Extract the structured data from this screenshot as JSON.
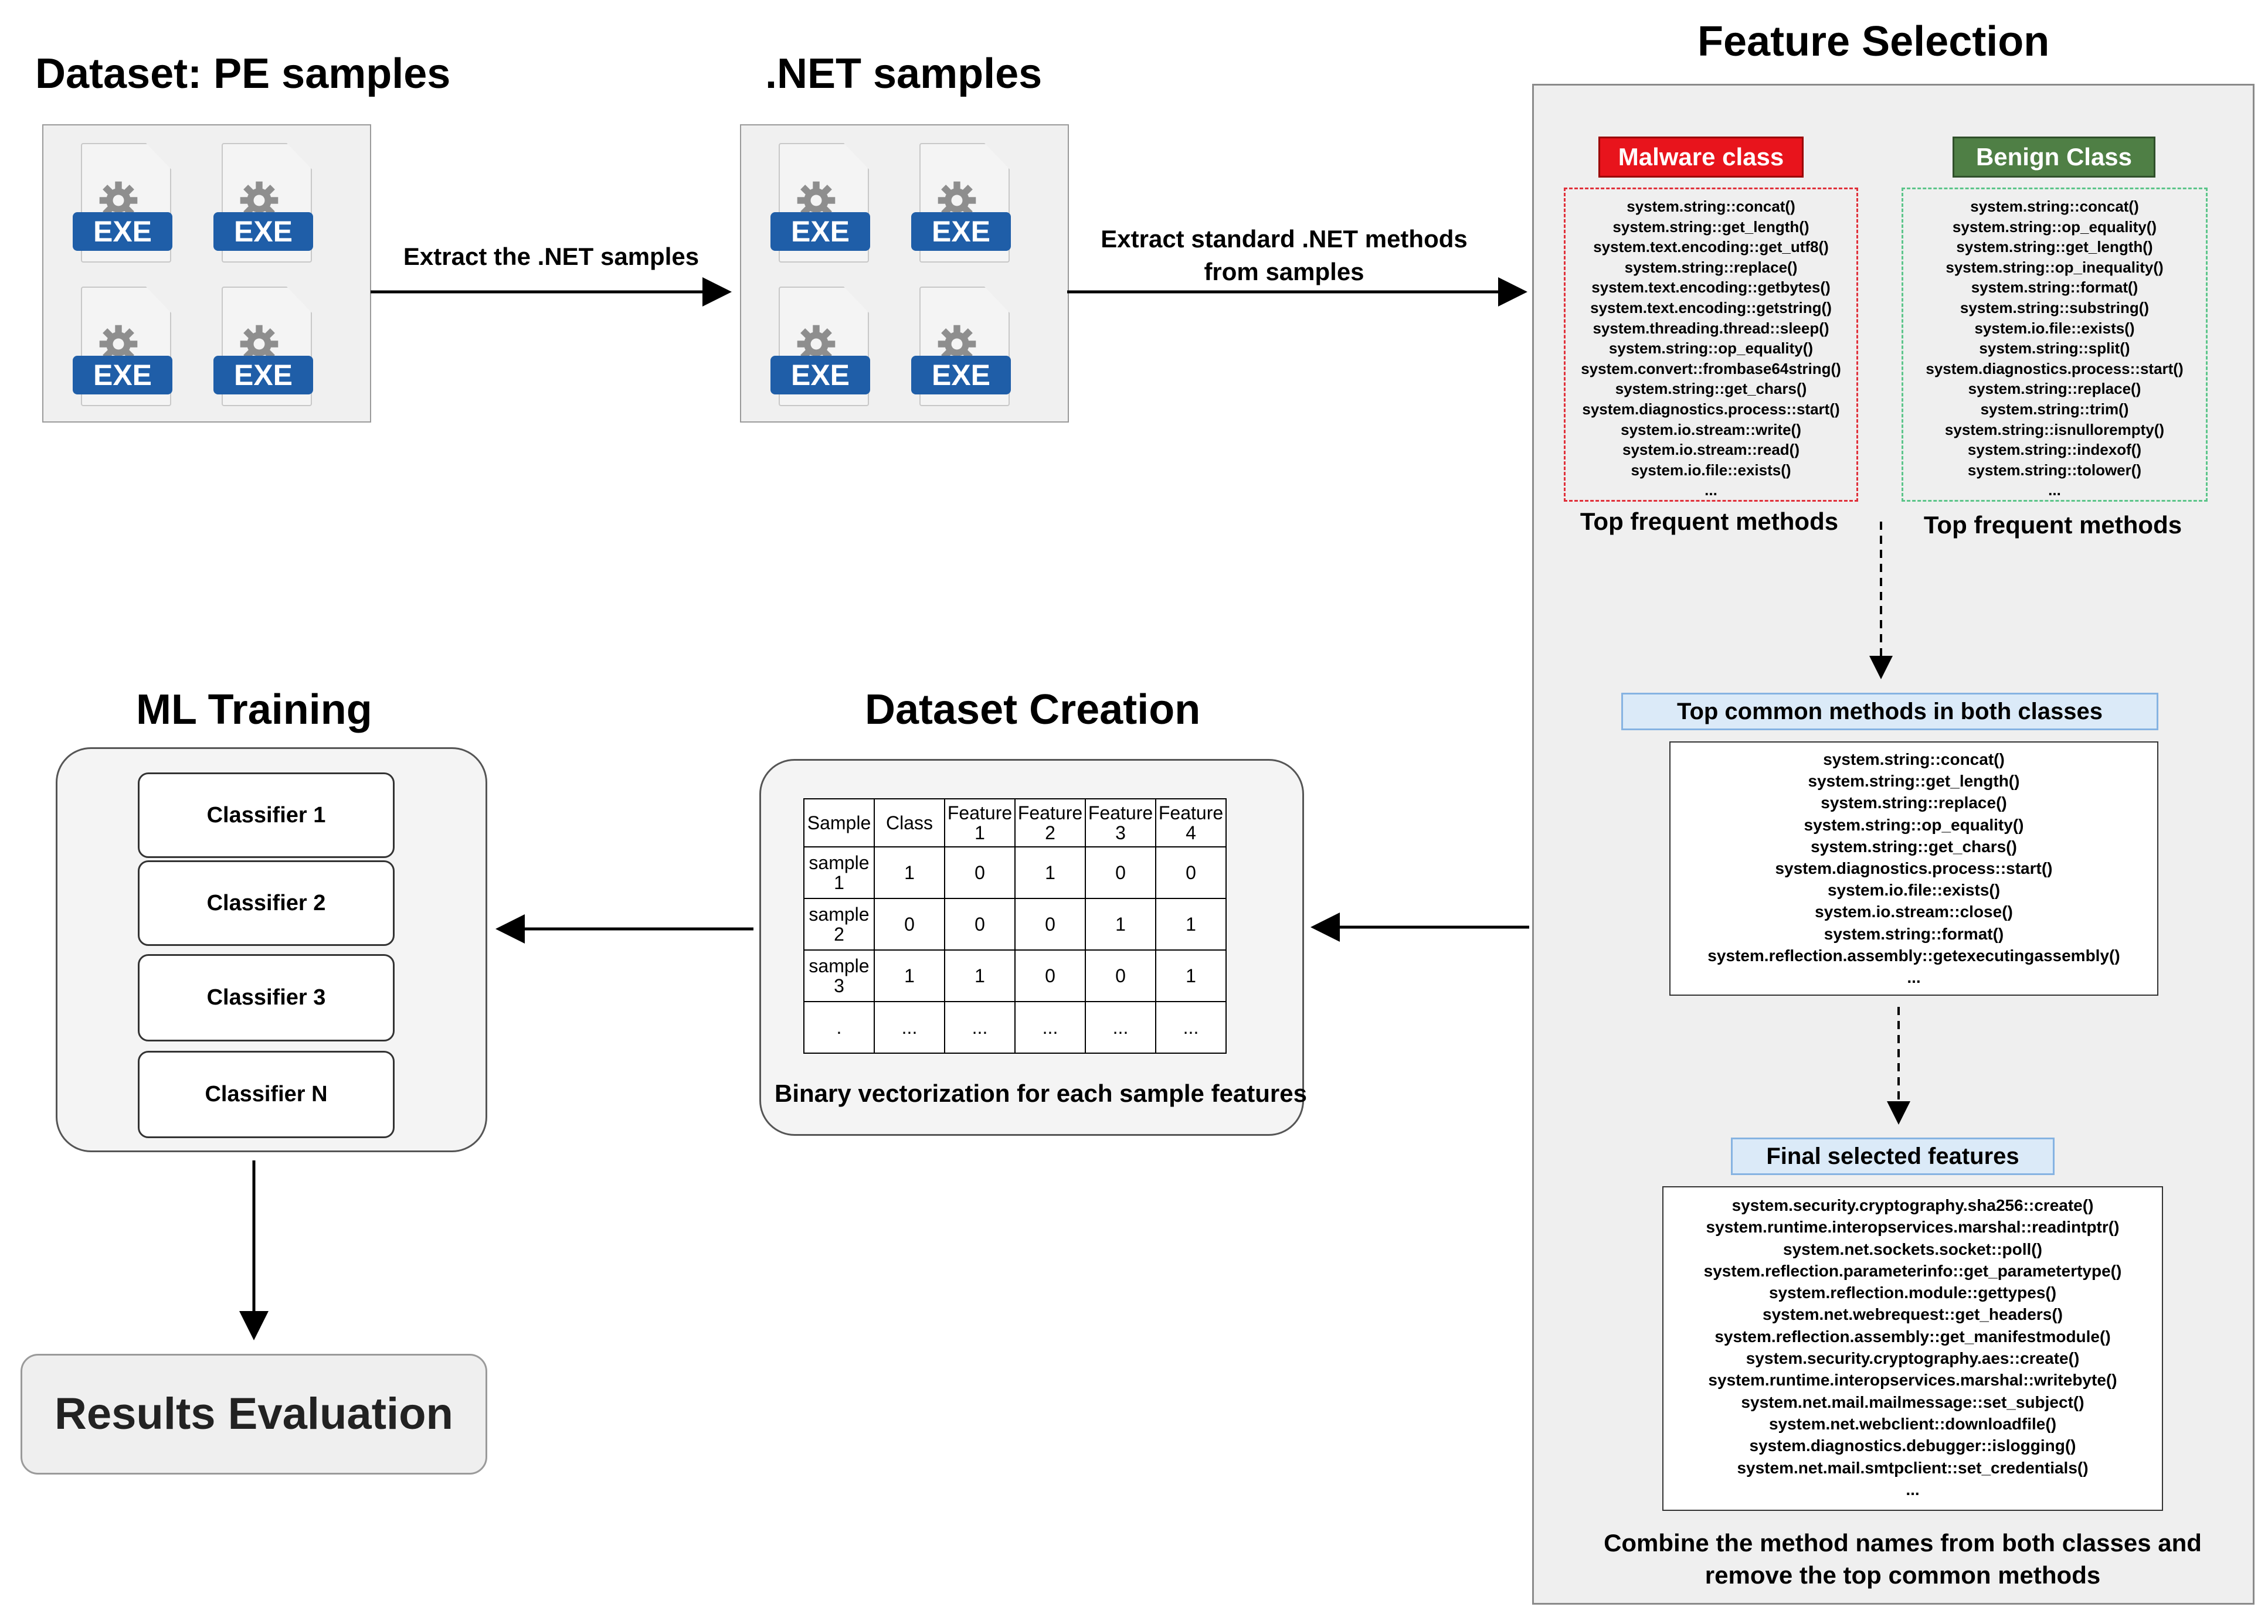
{
  "titles": {
    "dataset_pe": "Dataset: PE samples",
    "net_samples": ".NET samples",
    "feature_selection": "Feature Selection",
    "ml_training": "ML Training",
    "dataset_creation": "Dataset Creation"
  },
  "exe_label": "EXE",
  "arrows": {
    "extract_net": "Extract the .NET samples",
    "extract_methods_line1": "Extract standard .NET methods",
    "extract_methods_line2": "from samples"
  },
  "malware": {
    "title": "Malware class",
    "color": "#e8141c",
    "methods": [
      "system.string::concat()",
      "system.string::get_length()",
      "system.text.encoding::get_utf8()",
      "system.string::replace()",
      "system.text.encoding::getbytes()",
      "system.text.encoding::getstring()",
      "system.threading.thread::sleep()",
      "system.string::op_equality()",
      "system.convert::frombase64string()",
      "system.string::get_chars()",
      "system.diagnostics.process::start()",
      "system.io.stream::write()",
      "system.io.stream::read()",
      "system.io.file::exists()",
      "..."
    ],
    "caption": "Top frequent methods"
  },
  "benign": {
    "title": "Benign Class",
    "color": "#4f7f45",
    "methods": [
      "system.string::concat()",
      "system.string::op_equality()",
      "system.string::get_length()",
      "system.string::op_inequality()",
      "system.string::format()",
      "system.string::substring()",
      "system.io.file::exists()",
      "system.string::split()",
      "system.diagnostics.process::start()",
      "system.string::replace()",
      "system.string::trim()",
      "system.string::isnullorempty()",
      "system.string::indexof()",
      "system.string::tolower()",
      "..."
    ],
    "caption": "Top frequent methods"
  },
  "common": {
    "title": "Top common methods in both classes",
    "methods": [
      "system.string::concat()",
      "system.string::get_length()",
      "system.string::replace()",
      "system.string::op_equality()",
      "system.string::get_chars()",
      "system.diagnostics.process::start()",
      "system.io.file::exists()",
      "system.io.stream::close()",
      "system.string::format()",
      "system.reflection.assembly::getexecutingassembly()",
      "..."
    ]
  },
  "final": {
    "title": "Final selected features",
    "methods": [
      "system.security.cryptography.sha256::create()",
      "system.runtime.interopservices.marshal::readintptr()",
      "system.net.sockets.socket::poll()",
      "system.reflection.parameterinfo::get_parametertype()",
      "system.reflection.module::gettypes()",
      "system.net.webrequest::get_headers()",
      "system.reflection.assembly::get_manifestmodule()",
      "system.security.cryptography.aes::create()",
      "system.runtime.interopservices.marshal::writebyte()",
      "system.net.mail.mailmessage::set_subject()",
      "system.net.webclient::downloadfile()",
      "system.diagnostics.debugger::islogging()",
      "system.net.mail.smtpclient::set_credentials()",
      "..."
    ],
    "caption_line1": "Combine the method names from both classes and",
    "caption_line2": "remove the top common methods"
  },
  "table": {
    "header": [
      "Sample",
      "Class",
      "Feature 1",
      "Feature 2",
      "Feature 3",
      "Feature 4"
    ],
    "rows": [
      [
        "sample 1",
        "1",
        "0",
        "1",
        "0",
        "0"
      ],
      [
        "sample 2",
        "0",
        "0",
        "0",
        "1",
        "1"
      ],
      [
        "sample 3",
        "1",
        "1",
        "0",
        "0",
        "1"
      ],
      [
        ".",
        "...",
        "...",
        "...",
        "...",
        "..."
      ]
    ],
    "caption": "Binary vectorization for each sample features"
  },
  "classifiers": [
    "Classifier 1",
    "Classifier 2",
    "Classifier 3",
    "Classifier N"
  ],
  "results": "Results Evaluation"
}
